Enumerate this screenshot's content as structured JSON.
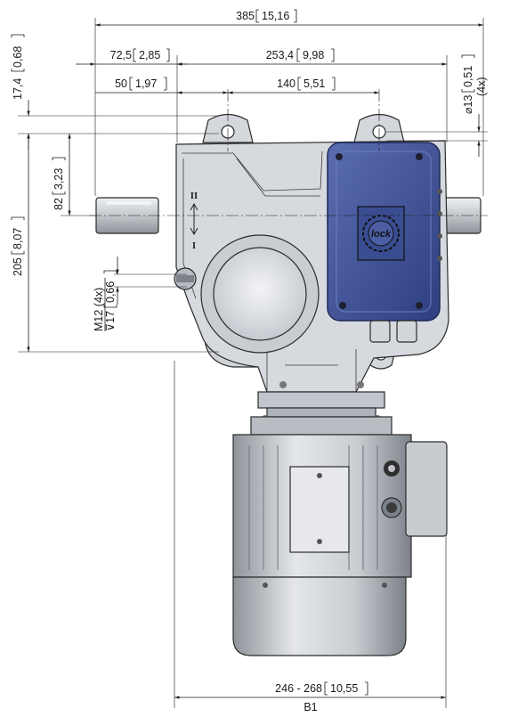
{
  "dimensions": {
    "overall_width": "385",
    "overall_width_in": "15,16",
    "left_offset": "72,5",
    "left_offset_in": "2,85",
    "hole_span": "253,4",
    "hole_span_in": "9,98",
    "shaft_offset": "50",
    "shaft_offset_in": "1,97",
    "top_hole_span": "140",
    "top_hole_span_in": "5,51",
    "hole_dia": "⌀13",
    "hole_dia_in": "0,51",
    "hole_count": "(4x)",
    "top_height": "17,4",
    "top_height_in": "0,68",
    "shaft_height": "82",
    "shaft_height_in": "3,23",
    "total_height": "205",
    "total_height_in": "8,07",
    "thread": "M12 (4x)",
    "thread_depth": "⊽17",
    "thread_depth_in": "0,66",
    "motor_width": "246 - 268",
    "motor_width_in": "10,55",
    "motor_label": "B1"
  },
  "plate": {
    "roman_top": "II",
    "roman_bottom": "I",
    "logo_text": "lock"
  },
  "colors": {
    "housing": "#d6d9de",
    "housing_shadow": "#9ea3aa",
    "cover_blue": "#3c4f95",
    "motor": "#c9cdd2",
    "line": "#1a1a1a"
  }
}
